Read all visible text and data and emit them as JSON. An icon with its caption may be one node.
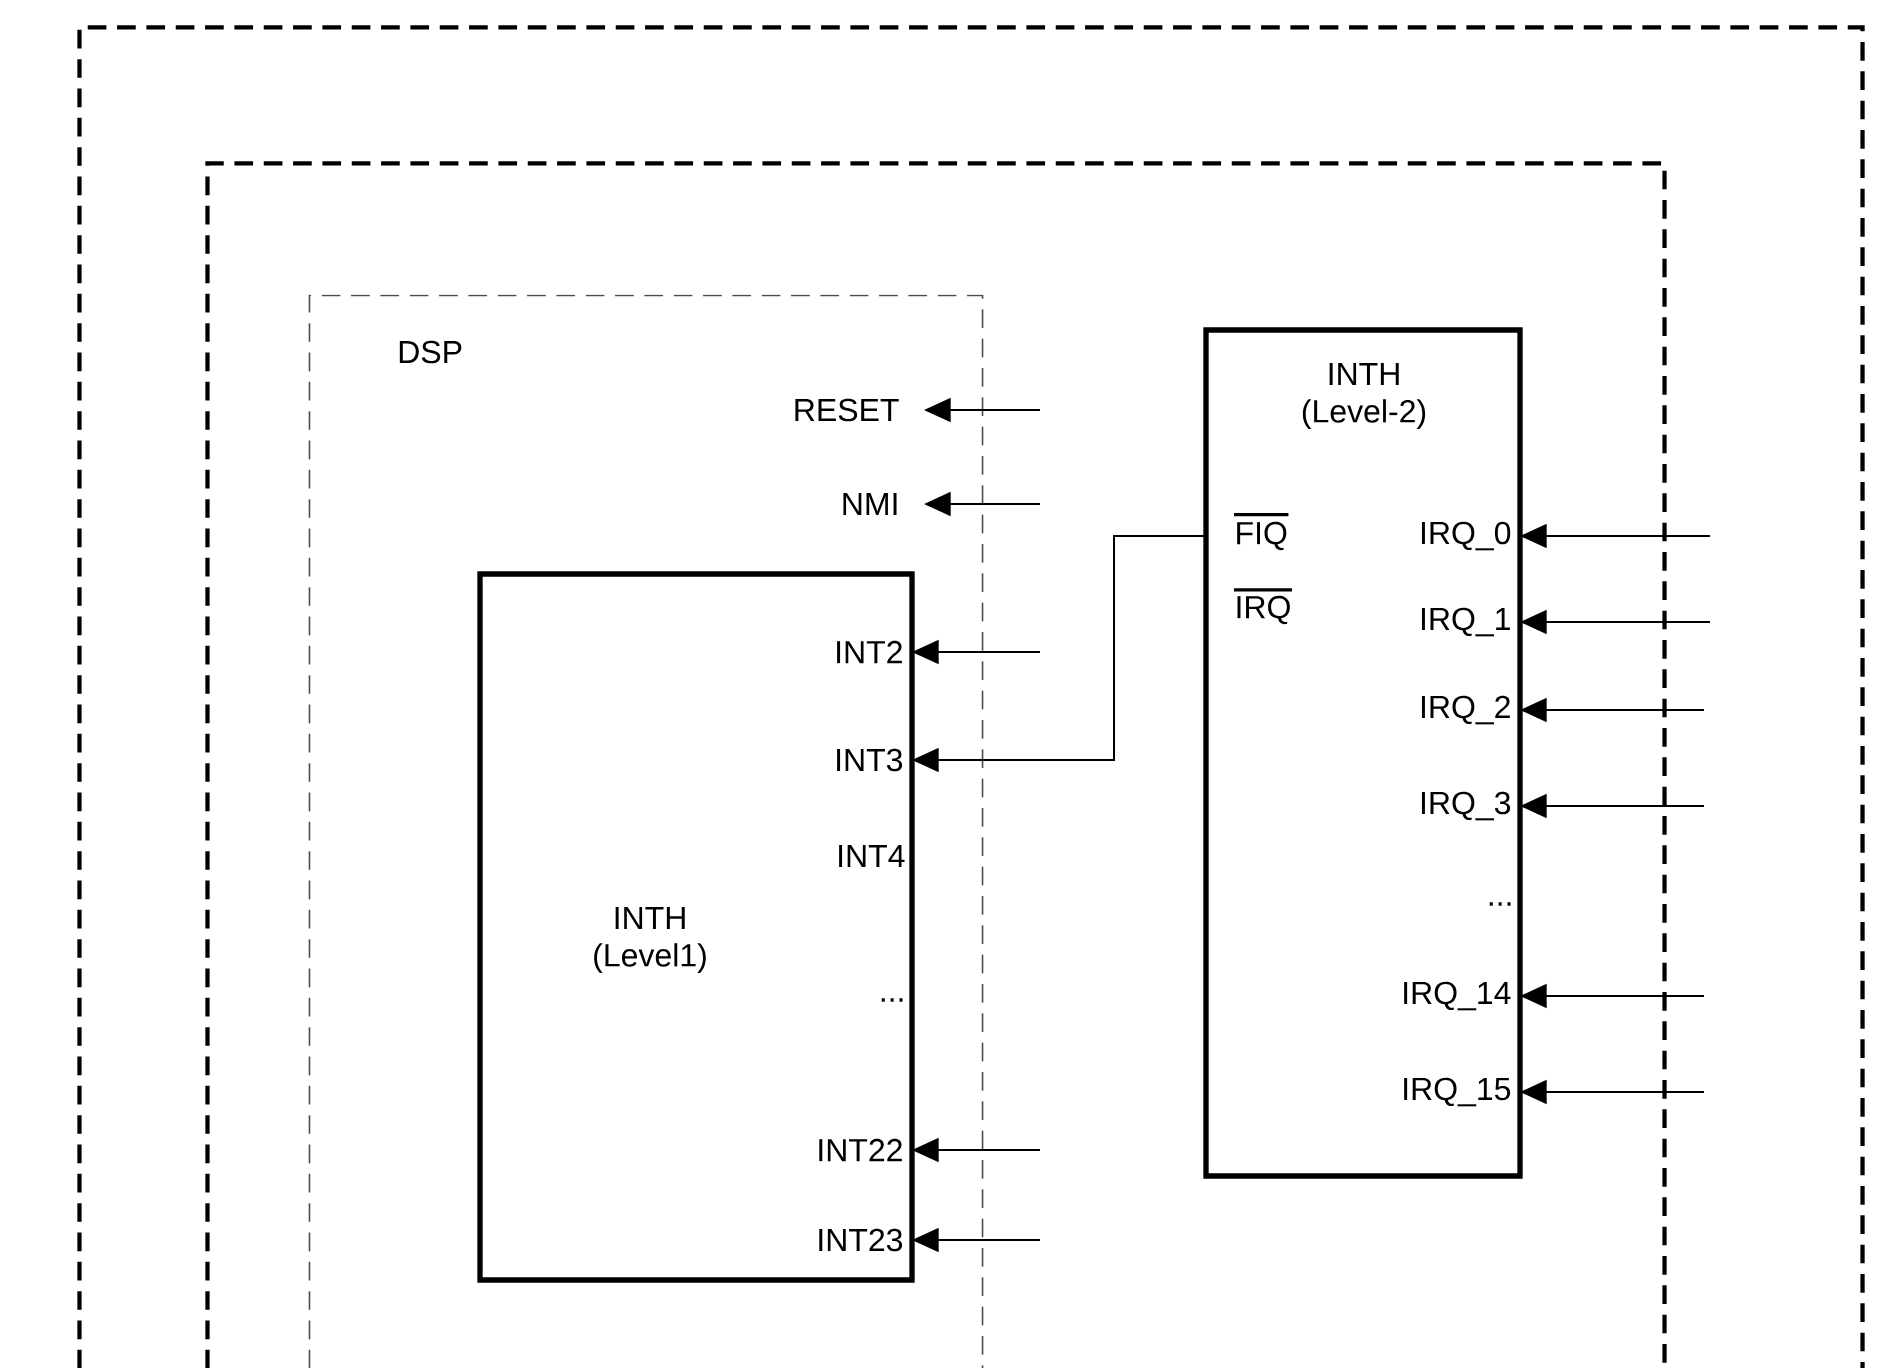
{
  "diagram": {
    "nodes": [
      {
        "text": [],
        "shape": "box"
      },
      {
        "text": [],
        "shape": "box",
        "in": 0
      },
      {
        "text": [
          "DSP"
        ],
        "in": 1
      },
      {
        "text": [
          "INTH (Level1)"
        ],
        "in": 2
      },
      {
        "text": [
          "INTH (Level-2)"
        ],
        "in": 1
      },
      {
        "text": [
          "RESET"
        ],
        "in": 2
      },
      {
        "text": [
          "NMI"
        ],
        "in": 2
      },
      {
        "text": [
          "INT2"
        ],
        "in": 3
      },
      {
        "text": [
          "INT3"
        ],
        "in": 3
      },
      {
        "text": [
          "INT22"
        ],
        "in": 3
      },
      {
        "text": [
          "INT23"
        ],
        "in": 3
      },
      {
        "text": [
          "FIQ"
        ],
        "in": 4
      },
      {
        "text": [
          "IRQ_0"
        ],
        "in": 4
      },
      {
        "text": [
          "IRQ_1"
        ],
        "in": 4
      },
      {
        "text": [
          "IRQ_2"
        ],
        "in": 4
      },
      {
        "text": [
          "IRQ_3"
        ],
        "in": 4
      },
      {
        "text": [
          "IRQ_14"
        ],
        "in": 4
      },
      {
        "text": [
          "IRQ_15"
        ],
        "in": 4
      }
    ],
    "edges": [
      {
        "from": null,
        "to": 5,
        "arrow": "to"
      },
      {
        "from": null,
        "to": 6,
        "arrow": "to"
      },
      {
        "from": null,
        "to": 7,
        "arrow": "to"
      },
      {
        "from": 11,
        "to": 8,
        "arrow": "to"
      },
      {
        "from": null,
        "to": 9,
        "arrow": "to"
      },
      {
        "from": null,
        "to": 10,
        "arrow": "to"
      },
      {
        "from": null,
        "to": 12,
        "arrow": "to"
      },
      {
        "from": null,
        "to": 13,
        "arrow": "to"
      },
      {
        "from": null,
        "to": 14,
        "arrow": "to"
      },
      {
        "from": null,
        "to": 15,
        "arrow": "to"
      },
      {
        "from": null,
        "to": 16,
        "arrow": "to"
      },
      {
        "from": null,
        "to": 17,
        "arrow": "to"
      }
    ],
    "labels": [
      "INT4",
      "...",
      "IRQ",
      "..."
    ]
  }
}
